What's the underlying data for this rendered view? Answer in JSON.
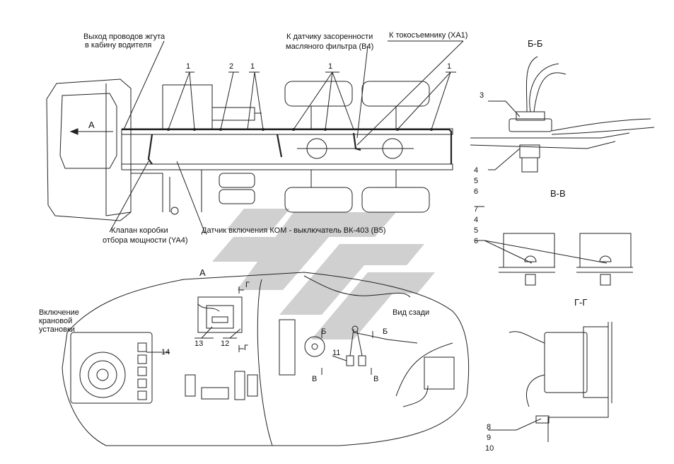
{
  "labels": {
    "harness_exit_line1": "Выход проводов жгута",
    "harness_exit_line2": "в кабину водителя",
    "oil_filter_line1": "К датчику засоренности",
    "oil_filter_line2": "масляного фильтра (В4)",
    "current_collector": "К токосъемнику (ХА1)",
    "valve_line1": "Клапан коробки",
    "valve_line2": "отбора мощности (YA4)",
    "pto_sensor": "Датчик включения КОМ - выключатель ВК-403 (В5)",
    "crane_line1": "Включение",
    "crane_line2": "крановой",
    "crane_line3": "установки",
    "rear_view": "Вид сзади",
    "view_a_arrow": "А",
    "view_a_title": "А"
  },
  "sections": {
    "b_b": "Б-Б",
    "v_v": "В-В",
    "g_g": "Г-Г",
    "b": "Б",
    "v": "В",
    "g": "Г"
  },
  "callouts": {
    "n1": "1",
    "n2": "2",
    "n3": "3",
    "n4": "4",
    "n5": "5",
    "n6": "6",
    "n7": "7",
    "n8": "8",
    "n9": "9",
    "n10": "10",
    "n11": "11",
    "n12": "12",
    "n13": "13",
    "n14": "14"
  },
  "colors": {
    "line": "#222222",
    "watermark": "#c8c8c8"
  }
}
